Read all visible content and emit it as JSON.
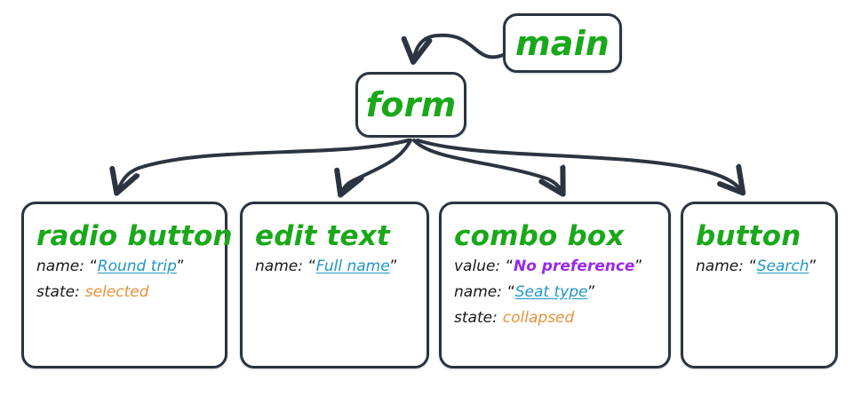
{
  "diagram": {
    "title": "accessibility-tree-diagram",
    "colors": {
      "stroke": "#2b3440",
      "node_title": "#1aa81a",
      "label": "#16181c",
      "name_value": "#2196c4",
      "state_value": "#e8913a",
      "value_value": "#9929e8",
      "background": "#ffffff"
    },
    "root_nodes": [
      {
        "id": "main",
        "label": "main"
      },
      {
        "id": "form",
        "label": "form"
      }
    ],
    "leaf_nodes": [
      {
        "id": "radio-button",
        "label": "radio button",
        "props": [
          {
            "key": "name:",
            "value": "Round trip",
            "kind": "name",
            "quoted": true
          },
          {
            "key": "state:",
            "value": "selected",
            "kind": "state",
            "quoted": false
          }
        ]
      },
      {
        "id": "edit-text",
        "label": "edit text",
        "props": [
          {
            "key": "name:",
            "value": "Full name",
            "kind": "name",
            "quoted": true
          }
        ]
      },
      {
        "id": "combo-box",
        "label": "combo box",
        "props": [
          {
            "key": "value:",
            "value": "No preference",
            "kind": "value",
            "quoted": true
          },
          {
            "key": "name:",
            "value": "Seat type",
            "kind": "name",
            "quoted": true
          },
          {
            "key": "state:",
            "value": "collapsed",
            "kind": "state",
            "quoted": false
          }
        ]
      },
      {
        "id": "button",
        "label": "button",
        "props": [
          {
            "key": "name:",
            "value": "Search",
            "kind": "name",
            "quoted": true
          }
        ]
      }
    ],
    "edges": [
      {
        "from": "main",
        "to": "form"
      },
      {
        "from": "form",
        "to": "radio-button"
      },
      {
        "from": "form",
        "to": "edit-text"
      },
      {
        "from": "form",
        "to": "combo-box"
      },
      {
        "from": "form",
        "to": "button"
      }
    ],
    "quote_open": "“",
    "quote_close": "”"
  }
}
